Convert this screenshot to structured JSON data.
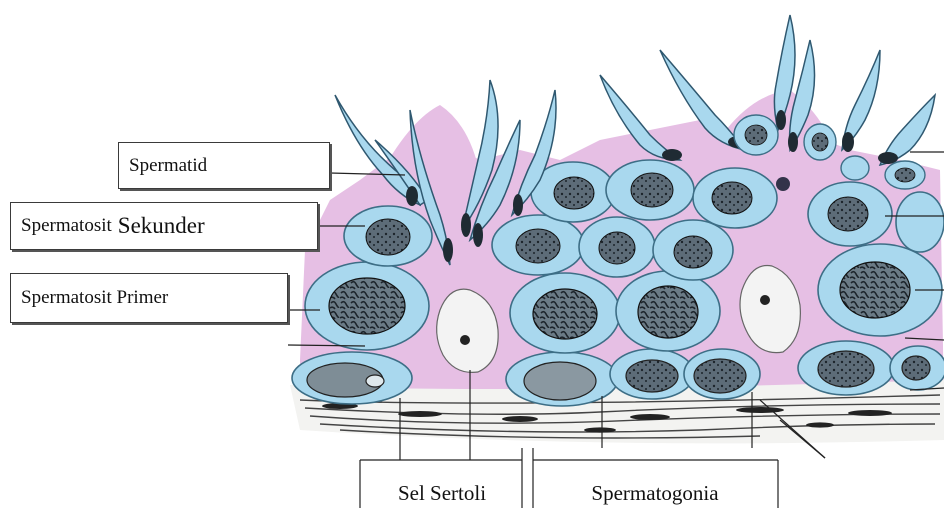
{
  "labels": {
    "spermatid": "Spermatid",
    "spermatosit_sekunder_a": "Spermatosit",
    "spermatosit_sekunder_b": "Sekunder",
    "spermatosit_primer": "Spermatosit Primer",
    "sel_sertoli": "Sel Sertoli",
    "spermatogonia": "Spermatogonia"
  },
  "colors": {
    "cell_fill": "#a9d8ee",
    "cell_stroke": "#3d6e86",
    "sertoli_cytoplasm": "#e6bfe4",
    "sertoli_nucleus": "#f3f3f3",
    "basement_fibers": "#444444",
    "nucleus": "#3b4752"
  }
}
